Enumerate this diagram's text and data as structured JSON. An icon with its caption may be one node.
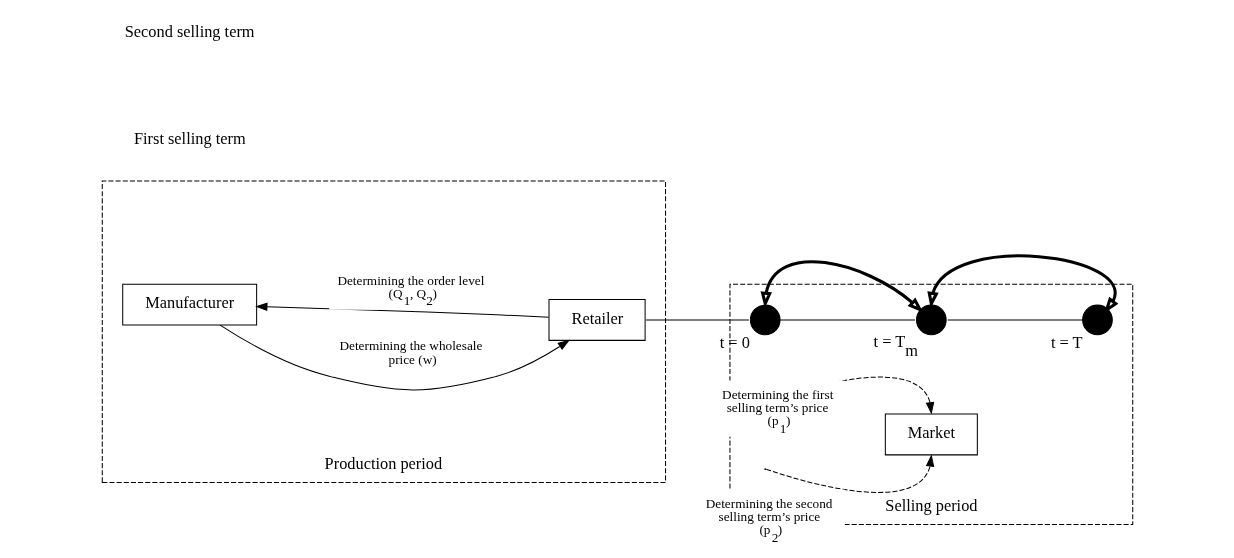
{
  "diagram": {
    "nodes": [
      {
        "text": [
          "Production period"
        ]
      },
      {
        "text": [
          "Manufacturer"
        ],
        "in": 0
      },
      {
        "text": [
          "Retailer"
        ],
        "in": 0
      },
      {
        "text": [
          "Selling period"
        ]
      },
      {
        "text": [
          "Market"
        ],
        "in": 3
      },
      {
        "text": [],
        "shape": "circle",
        "in": 3,
        "beside": [
          "t = 0"
        ]
      },
      {
        "text": [],
        "shape": "circle",
        "in": 3,
        "beside": [
          "t = T$_{m}$"
        ]
      },
      {
        "text": [],
        "shape": "circle",
        "in": 3,
        "beside": [
          "t = T"
        ]
      }
    ],
    "edges": [
      {
        "from": 2,
        "to": 1,
        "arrow": "to",
        "label": "Determining the order level (Q$_{1}$, Q$_{2}$)"
      },
      {
        "from": 1,
        "to": 2,
        "arrow": "to",
        "label": "Determining the wholesale price (w)"
      },
      {
        "from": 2,
        "to": 5,
        "arrow": "none"
      },
      {
        "from": 5,
        "to": 6,
        "arrow": "none"
      },
      {
        "from": 6,
        "to": 7,
        "arrow": "none"
      },
      {
        "from": 5,
        "to": 6,
        "arrow": "both",
        "style": "thick"
      },
      {
        "from": 6,
        "to": 7,
        "arrow": "both",
        "style": "thick"
      },
      {
        "from": null,
        "to": 4,
        "arrow": "to",
        "style": "dashed",
        "label": "Determining the first selling term’s price (p$_{1}$)"
      },
      {
        "from": null,
        "to": 4,
        "arrow": "to",
        "style": "dashed",
        "label": "Determining the second selling term’s price (p$_{2}$)"
      }
    ],
    "labels": [
      "First selling term",
      "Second selling term"
    ]
  }
}
